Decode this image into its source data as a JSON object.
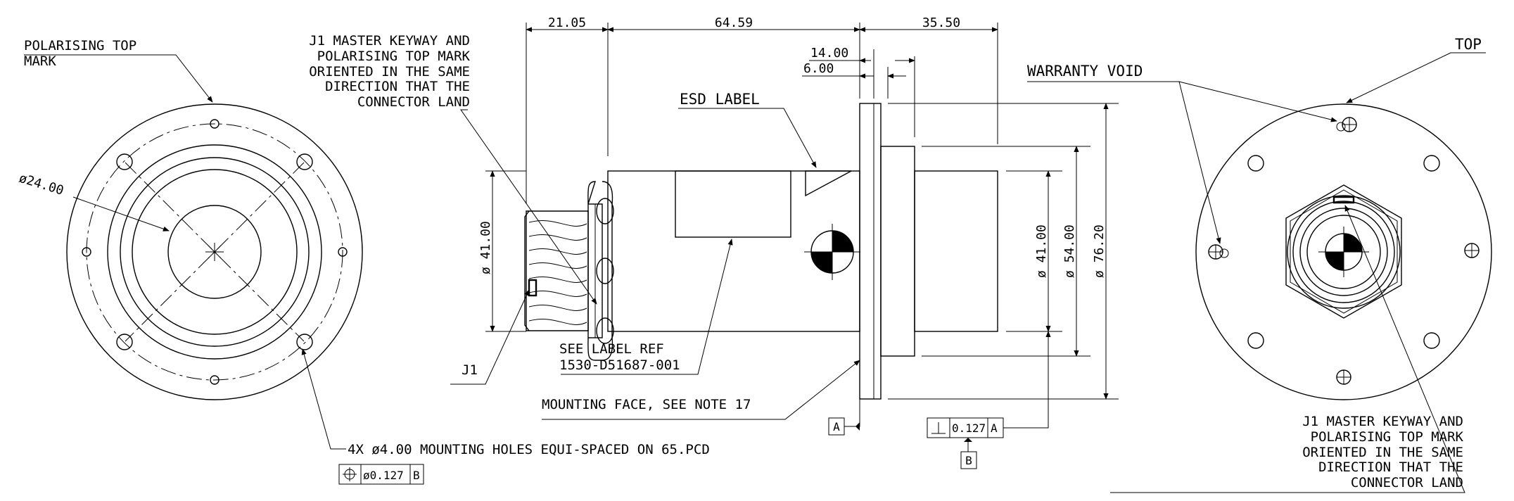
{
  "left_view": {
    "polarising_top_mark": [
      "POLARISING TOP",
      "MARK"
    ],
    "keyway_note": [
      "J1 MASTER KEYWAY AND",
      "POLARISING TOP MARK",
      "ORIENTED IN THE SAME",
      "DIRECTION THAT THE",
      "CONNECTOR LAND"
    ],
    "diameter_24": "ø24.00",
    "mounting_holes_note": "4X ø4.00 MOUNTING HOLES EQUI-SPACED ON 65.PCD",
    "position_tolerance": {
      "symbol": "⌖",
      "value": "ø0.127",
      "datum": "B"
    }
  },
  "side_view": {
    "dim_21_05": "21.05",
    "dim_64_59": "64.59",
    "dim_35_50": "35.50",
    "dim_14_00": "14.00",
    "dim_6_00": "6.00",
    "esd_label": "ESD LABEL",
    "see_label_ref": [
      "SEE LABEL REF",
      "1530-D51687-001"
    ],
    "j1_label": "J1",
    "mounting_face_note": "MOUNTING FACE, SEE NOTE 17",
    "dia_left_41": "ø 41.00",
    "dia_right_41": "ø 41.00",
    "dia_54": "ø 54.00",
    "dia_76": "ø 76.20",
    "datum_a": "A",
    "datum_b": "B",
    "perpendicularity": {
      "symbol": "⊥",
      "value": "0.127",
      "datum": "A"
    }
  },
  "right_view": {
    "top_label": "TOP",
    "warranty_void": "WARRANTY VOID",
    "keyway_note": [
      "J1 MASTER KEYWAY AND",
      "POLARISING TOP MARK",
      "ORIENTED IN THE SAME",
      "DIRECTION THAT THE",
      "CONNECTOR LAND"
    ]
  }
}
